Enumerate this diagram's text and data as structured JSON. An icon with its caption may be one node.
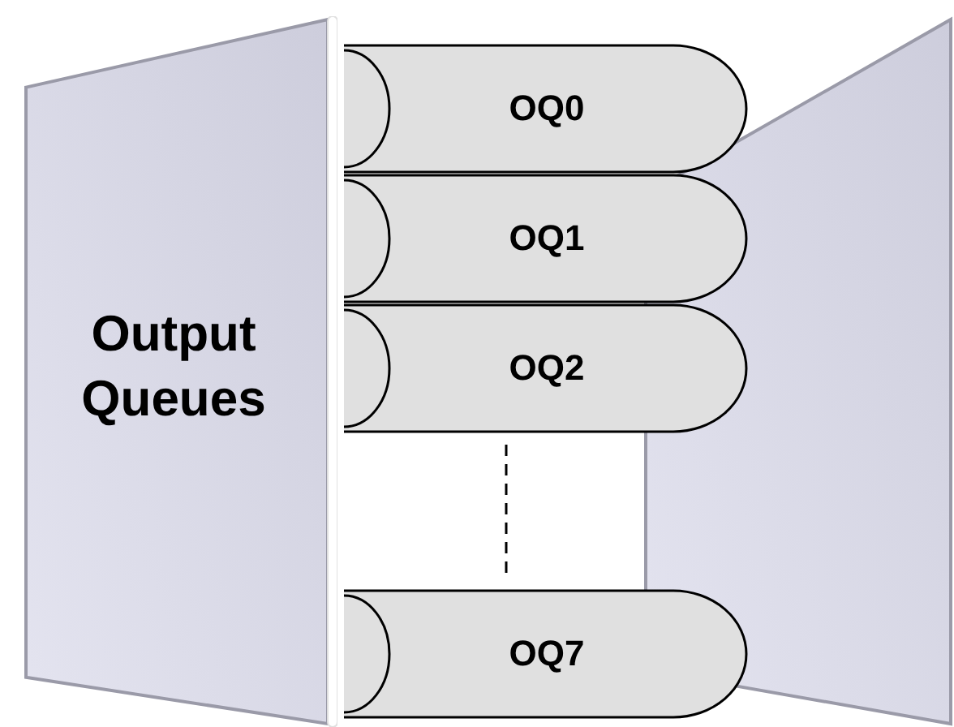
{
  "diagram": {
    "nodes": [
      {
        "text": [
          "Output Queues"
        ]
      },
      {
        "text": [
          "OQ0"
        ]
      },
      {
        "text": [
          "OQ1"
        ]
      },
      {
        "text": [
          "OQ2"
        ]
      },
      {
        "text": [
          "OQ7"
        ]
      },
      {
        "text": [],
        "shape": "box"
      }
    ]
  }
}
